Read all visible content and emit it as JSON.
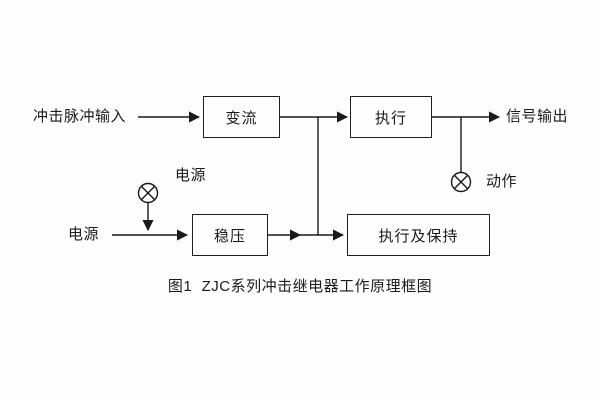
{
  "figure": {
    "caption": "图1  ZJC系列冲击继电器工作原理框图"
  },
  "labels": {
    "impulse_input": "冲击脉冲输入",
    "signal_output": "信号输出",
    "power_lamp": "电源",
    "power_input": "电源",
    "action": "动作"
  },
  "blocks": {
    "converter": "变流",
    "executor": "执行",
    "regulator": "稳压",
    "execute_hold": "执行及保持"
  }
}
